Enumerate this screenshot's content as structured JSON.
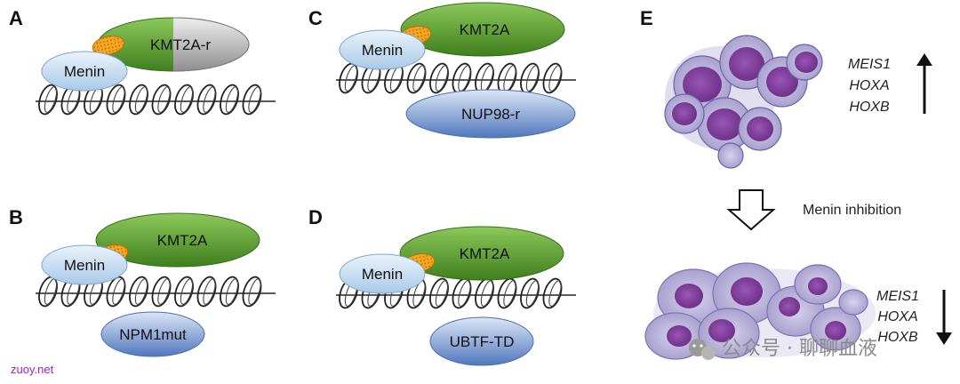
{
  "panels": {
    "A": {
      "letter": "A",
      "menin": "Menin",
      "kmt": "KMT2A-r"
    },
    "B": {
      "letter": "B",
      "menin": "Menin",
      "kmt": "KMT2A",
      "partner": "NPM1mut"
    },
    "C": {
      "letter": "C",
      "menin": "Menin",
      "kmt": "KMT2A",
      "partner": "NUP98-r"
    },
    "D": {
      "letter": "D",
      "menin": "Menin",
      "kmt": "KMT2A",
      "partner": "UBTF-TD"
    },
    "E": {
      "letter": "E",
      "genes_top": [
        "MEIS1",
        "HOXA",
        "HOXB"
      ],
      "genes_bottom": [
        "MEIS1",
        "HOXA",
        "HOXB"
      ],
      "arrow_label": "Menin inhibition"
    }
  },
  "watermark": {
    "icon": "wechat-icon",
    "text": "公众号 · 聊聊血液"
  },
  "site_credit": "zuoy.net",
  "colors": {
    "menin": "#cfe2f3",
    "kmt2a": "#5a9e2c",
    "partner": "#6f93cf",
    "linker": "#f29a20",
    "cell": "#b9b3d8",
    "nucleus": "#7d3f9a"
  }
}
